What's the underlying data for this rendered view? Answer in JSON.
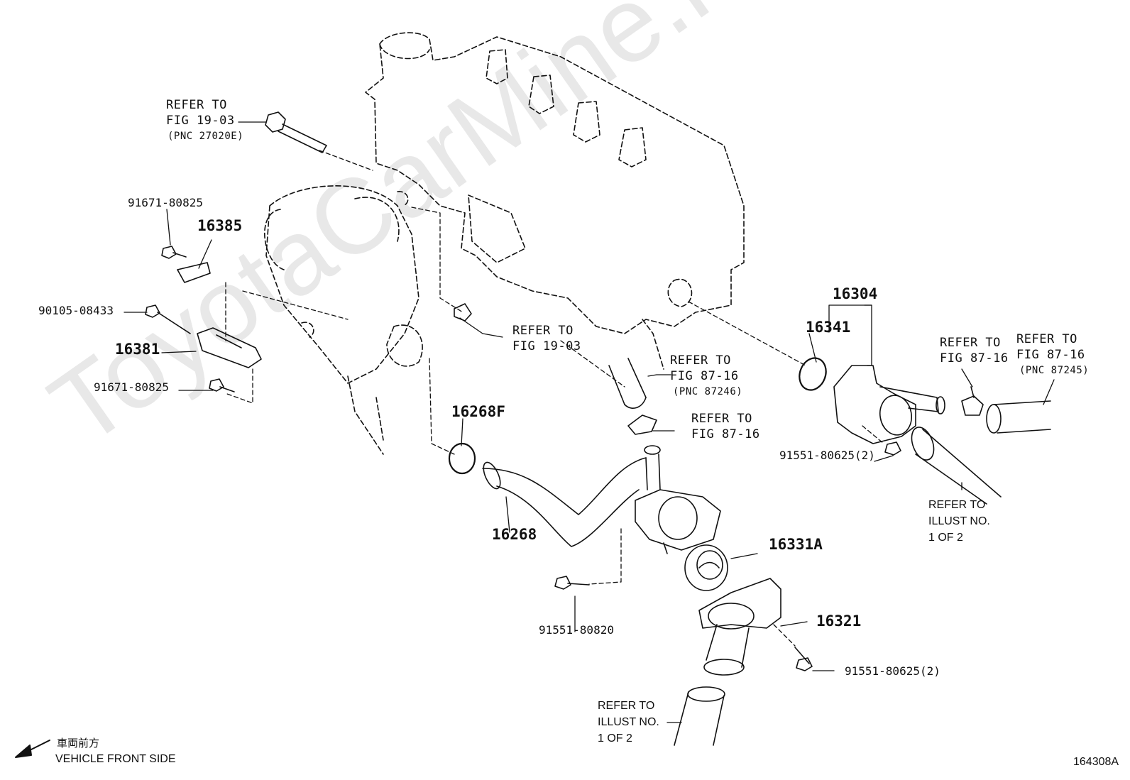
{
  "watermark": "ToyotaCarMine.ru",
  "figure_id": "164308A",
  "direction": {
    "jp": "車両前方",
    "en": "VEHICLE FRONT SIDE",
    "icon": "arrow-left-down-icon"
  },
  "refs": {
    "r1": {
      "l1": "REFER TO",
      "l2": "FIG 19-03",
      "l3": "(PNC 27020E)"
    },
    "r2": {
      "l1": "REFER TO",
      "l2": "FIG 19-03"
    },
    "r3": {
      "l1": "REFER TO",
      "l2": "FIG 87-16",
      "l3": "(PNC 87246)"
    },
    "r4": {
      "l1": "REFER TO",
      "l2": "FIG 87-16"
    },
    "r5": {
      "l1": "REFER TO",
      "l2": "FIG 87-16"
    },
    "r6": {
      "l1": "REFER TO",
      "l2": "FIG 87-16",
      "l3": "(PNC 87245)"
    },
    "r7": {
      "l1": "REFER TO",
      "l2": "ILLUST NO.",
      "l3": "1 OF 2"
    },
    "r8": {
      "l1": "REFER TO",
      "l2": "ILLUST NO.",
      "l3": "1 OF 2"
    }
  },
  "parts": {
    "p91671a": "91671-80825",
    "p16385": "16385",
    "p90105": "90105-08433",
    "p16381": "16381",
    "p91671b": "91671-80825",
    "p16268F": "16268F",
    "p16268": "16268",
    "p91551_80820": "91551-80820",
    "p16331A": "16331A",
    "p16321": "16321",
    "p91551_b": "91551-80625(2)",
    "p16304": "16304",
    "p16341": "16341",
    "p91551_a": "91551-80625(2)"
  }
}
